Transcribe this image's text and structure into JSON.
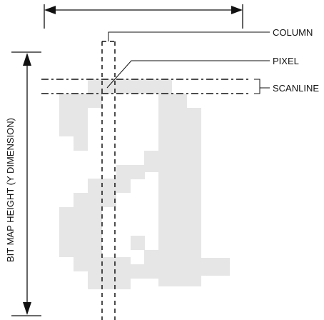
{
  "labels": {
    "column": "COLUMN",
    "pixel": "PIXEL",
    "scanline": "SCANLINE",
    "height": "BIT MAP HEIGHT (Y DIMENSION)"
  },
  "colors": {
    "glyph": "#e6e6e6",
    "ink": "#111111"
  }
}
